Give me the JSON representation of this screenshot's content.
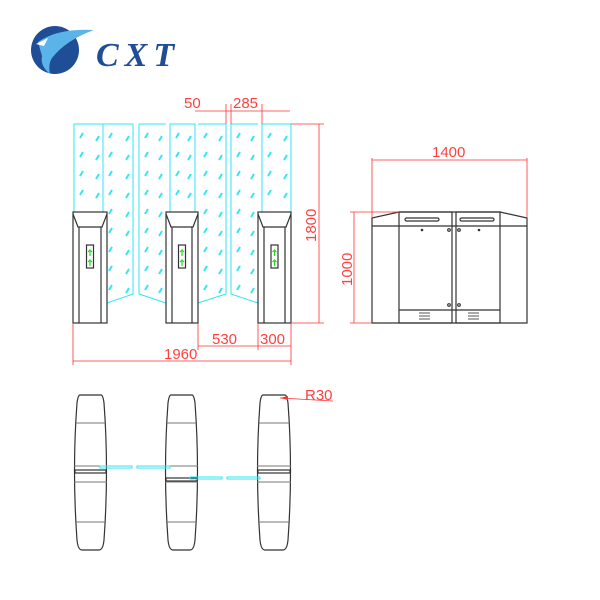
{
  "logo": {
    "text": "CXT",
    "colors": {
      "dark": "#1f4e96",
      "light": "#5ab4ea"
    }
  },
  "front_view": {
    "dimensions": {
      "gap_top": "50",
      "panel_offset": "285",
      "height": "1800",
      "passage": "530",
      "cabinet_width": "300",
      "total_width": "1960"
    },
    "indicator_icon": "green-up-arrow-icon",
    "glass_color": "#33e6f2"
  },
  "side_view": {
    "dimensions": {
      "length": "1400",
      "height": "1000"
    }
  },
  "top_view": {
    "dimensions": {
      "radius": "R30"
    }
  },
  "colors": {
    "dimension": "#ff3030",
    "outline": "#333333",
    "glass": "#33e6f2",
    "indicator": "#22dd22"
  }
}
